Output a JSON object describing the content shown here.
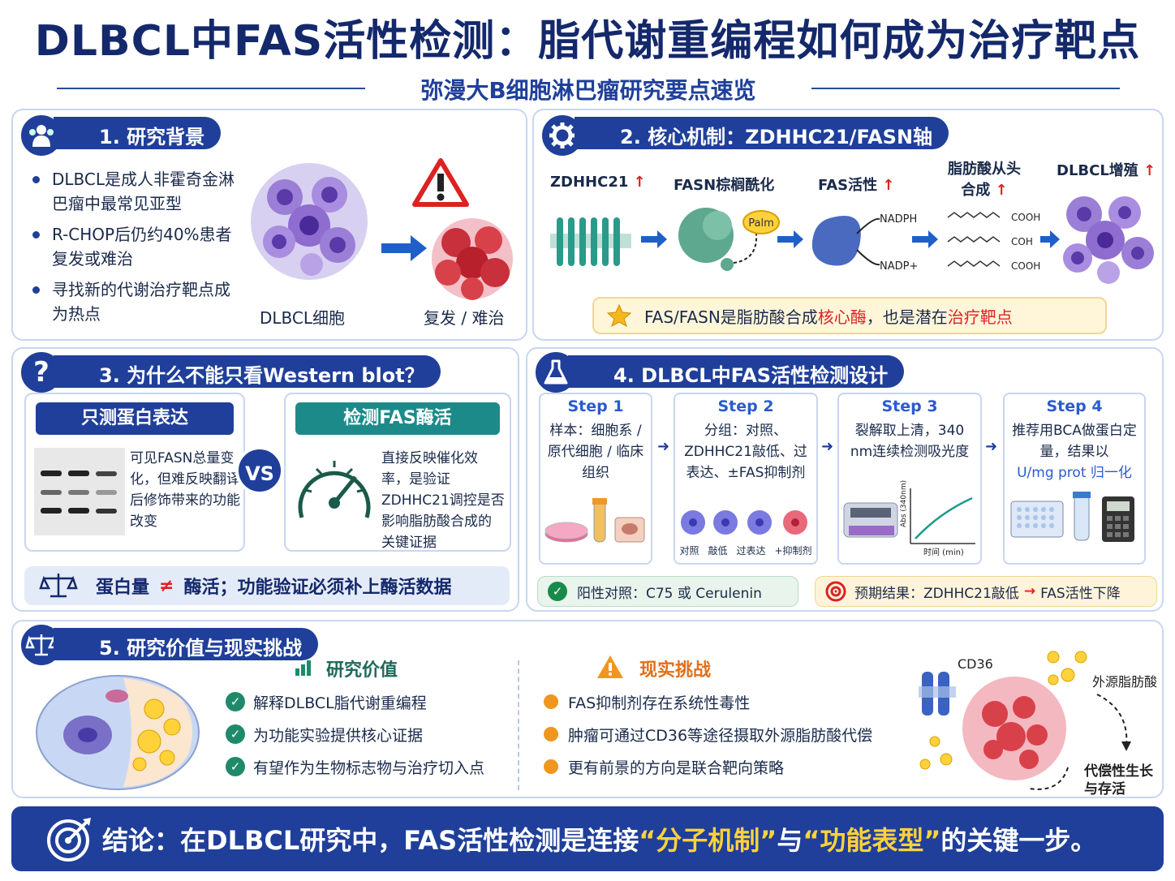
{
  "header": {
    "title": "DLBCL中FAS活性检测：脂代谢重编程如何成为治疗靶点",
    "subtitle": "弥漫大B细胞淋巴瘤研究要点速览"
  },
  "s1": {
    "title": "1. 研究背景",
    "bullets": [
      "DLBCL是成人非霍奇金淋巴瘤中最常见亚型",
      "R-CHOP后仍约40%患者复发或难治",
      "寻找新的代谢治疗靶点成为热点"
    ],
    "cell_label": "DLBCL细胞",
    "relapse_label": "复发 / 难治"
  },
  "s2": {
    "title": "2. 核心机制：ZDHHC21/FASN轴",
    "nodes": [
      "ZDHHC21",
      "FASN棕榈酰化",
      "FAS活性",
      "脂肪酸从头",
      "合成",
      "DLBCL增殖"
    ],
    "up": "↑",
    "palm": "Palm",
    "nadph": "NADPH",
    "nadp": "NADP+",
    "cooh": "COOH",
    "coh": "COH",
    "callout_a": "FAS/FASN是脂肪酸合成",
    "callout_b": "核心酶",
    "callout_c": "，也是潜在",
    "callout_d": "治疗靶点"
  },
  "s3": {
    "title": "3. 为什么不能只看Western blot？",
    "left_head": "只测蛋白表达",
    "left_text": "可见FASN总量变化，但难反映翻译后修饰带来的功能改变",
    "vs": "VS",
    "right_head": "检测FAS酶活",
    "right_text": "直接反映催化效率，是验证ZDHHC21调控是否影响脂肪酸合成的关键证据",
    "callout_a": "蛋白量",
    "callout_neq": "≠",
    "callout_b": "酶活；功能验证必须补上酶活数据"
  },
  "s4": {
    "title": "4. DLBCL中FAS活性检测设计",
    "steps": [
      {
        "head": "Step 1",
        "text": "样本：细胞系 / 原代细胞 / 临床组织"
      },
      {
        "head": "Step 2",
        "text": "分组：对照、ZDHHC21敲低、过表达、±FAS抑制剂"
      },
      {
        "head": "Step 3",
        "text": "裂解取上清，340 nm连续检测吸光度"
      },
      {
        "head": "Step 4",
        "text": "推荐用BCA做蛋白定量，结果以",
        "text2": "U/mg prot 归一化"
      }
    ],
    "groups": [
      "对照",
      "敲低",
      "过表达",
      "+抑制剂"
    ],
    "plot_y": "Abs (340nm)",
    "plot_x": "时间 (min)",
    "positive": "阳性对照：C75 或 Cerulenin",
    "expected_a": "预期结果：ZDHHC21敲低",
    "expected_arrow": "→",
    "expected_b": "FAS活性下降"
  },
  "s5": {
    "title": "5. 研究价值与现实挑战",
    "value_head": "研究价值",
    "values": [
      "解释DLBCL脂代谢重编程",
      "为功能实验提供核心证据",
      "有望作为生物标志物与治疗切入点"
    ],
    "challenge_head": "现实挑战",
    "challenges": [
      "FAS抑制剂存在系统性毒性",
      "肿瘤可通过CD36等途径摄取外源脂肪酸代偿",
      "更有前景的方向是联合靶向策略"
    ],
    "cd36": "CD36",
    "exo": "外源脂肪酸",
    "comp": "代偿性生长",
    "comp2": "与存活"
  },
  "conclusion": {
    "a": "结论：在DLBCL研究中，FAS活性检测是连接",
    "b": "“分子机制”",
    "c": "与",
    "d": "“功能表型”",
    "e": "的关键一步。"
  },
  "colors": {
    "navy": "#1f3f9a",
    "teal": "#1d8a8a",
    "red": "#d22222",
    "orange": "#f0961e",
    "gold": "#ffd23a"
  }
}
